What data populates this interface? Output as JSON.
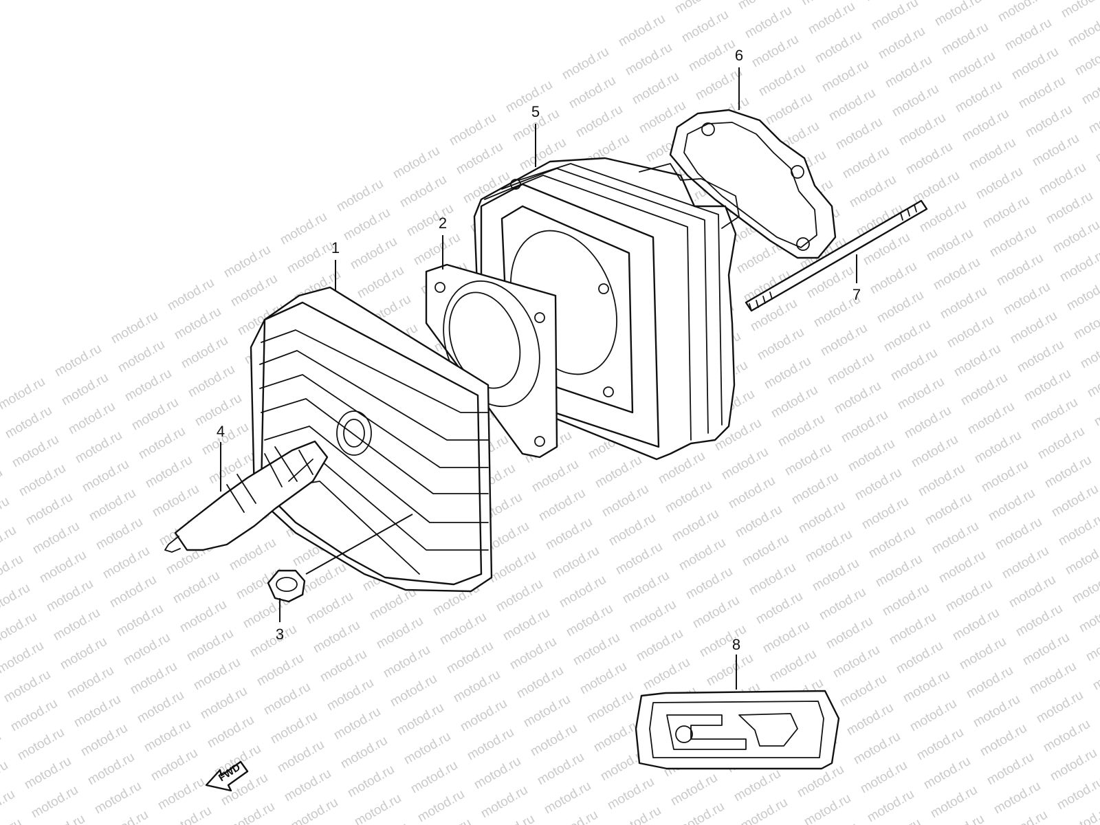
{
  "watermark": {
    "text": "motod.ru"
  },
  "colors": {
    "line": "#111111",
    "background": "#ffffff",
    "watermark": "#c9c9c9"
  },
  "callouts": [
    {
      "id": "1",
      "label": "1",
      "part": "cylinder head"
    },
    {
      "id": "2",
      "label": "2",
      "part": "cylinder head gasket"
    },
    {
      "id": "3",
      "label": "3",
      "part": "cylinder head nut"
    },
    {
      "id": "4",
      "label": "4",
      "part": "spark plug"
    },
    {
      "id": "5",
      "label": "5",
      "part": "cylinder"
    },
    {
      "id": "6",
      "label": "6",
      "part": "cylinder base gasket"
    },
    {
      "id": "7",
      "label": "7",
      "part": "stud bolt"
    },
    {
      "id": "8",
      "label": "8",
      "part": "gasket set"
    }
  ],
  "direction_marker": {
    "label": "FWD",
    "icon": "forward-arrow-icon"
  }
}
